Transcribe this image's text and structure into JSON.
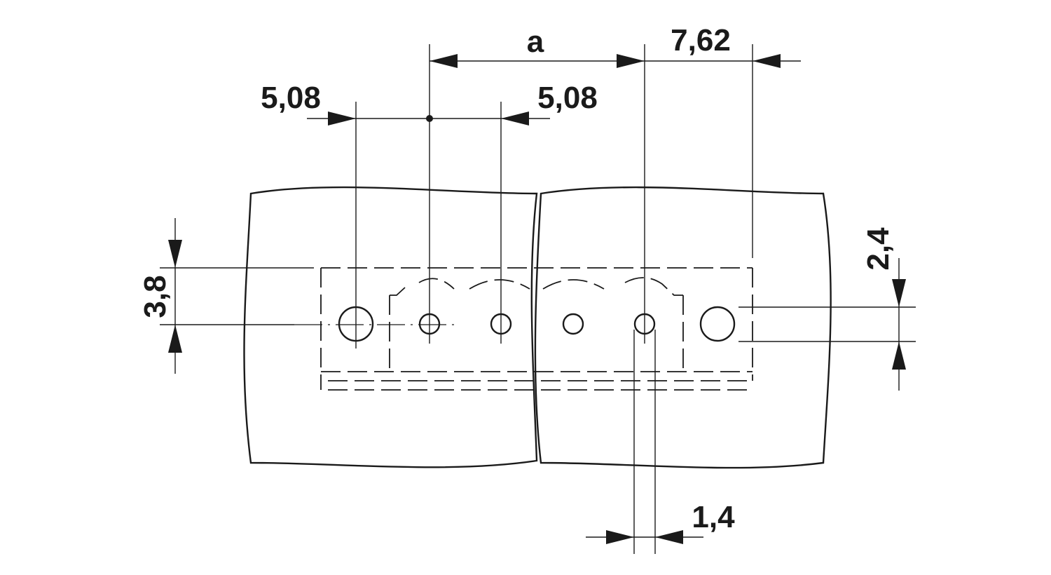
{
  "dimensions": {
    "a": "a",
    "pitch_left": "5,08",
    "pitch_right": "5,08",
    "edge_pitch": "7,62",
    "height": "3,8",
    "hole_diameter": "2,4",
    "pin_width": "1,4"
  },
  "colors": {
    "line": "#1a1a1a",
    "background": "#ffffff"
  }
}
